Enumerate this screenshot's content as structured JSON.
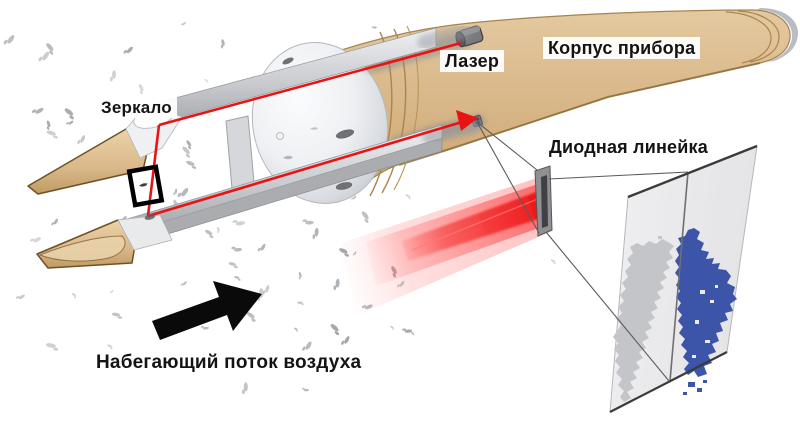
{
  "labels": {
    "mirror": "Зеркало",
    "laser": "Лазер",
    "body": "Корпус прибора",
    "diode_array": "Диодная линейка",
    "airflow": "Набегающий поток воздуха"
  },
  "colors": {
    "label_ink": "#141414",
    "label_bg": "rgba(255,255,255,0.94)",
    "body_tan": "#d9b88a",
    "body_tan_light": "#e3c79c",
    "body_outline": "#a5834e",
    "body_edge_dark": "#8f6d3a",
    "dome_white": "#f4f5f7",
    "arm_gray": "#c9cbcf",
    "arm_edge": "#8e9094",
    "laser_red": "#e81414",
    "beam_glow": "rgba(128,133,142,0.5)",
    "fan_red": "#ff3030",
    "plate_gray": "#8e9094",
    "diode_dark": "#3f4144",
    "panel_gray": "#ececee",
    "panel_edge": "#3a3a3a",
    "image_blue": "#3d55a8",
    "image_gray": "#c4c5c8",
    "arrow_black": "#0a0a0a",
    "particle_gray": "#8f9499",
    "sample_frame_black": "#000000"
  },
  "particles": {
    "count": 85,
    "seed": 7,
    "region": {
      "x_min": 6,
      "x_max": 425,
      "y_min": 16,
      "y_max": 392
    },
    "extra": [
      [
        553,
        261
      ],
      [
        408,
        196
      ],
      [
        460,
        487
      ]
    ]
  }
}
